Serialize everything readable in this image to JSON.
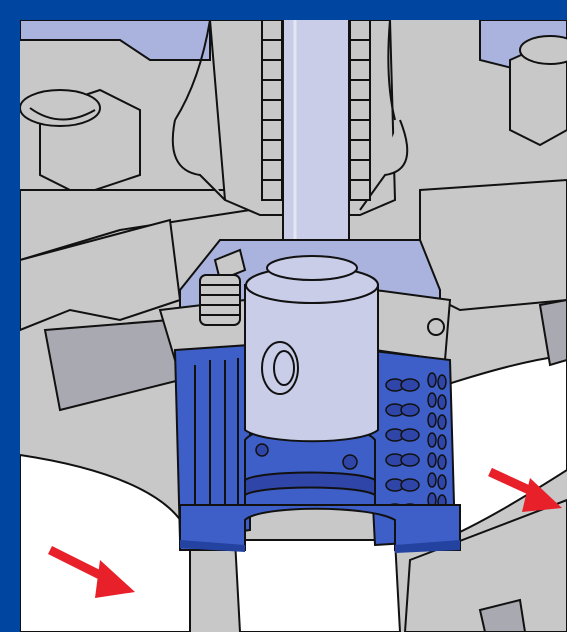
{
  "figure": {
    "kind": "valve-trim-cutaway-illustration",
    "colors": {
      "frame": "#0046a0",
      "body_fill": "#c8c8c8",
      "body_shadow": "#a9a9b1",
      "stem_fill": "#c9cde8",
      "interior_fill": "#aab3dd",
      "cage_fill": "#3f5fc8",
      "cage_dark": "#2f46a8",
      "seat_ring": "#2442a0",
      "arrow": "#e8202a",
      "outline": "#111111",
      "flow_passage": "#ffffff"
    },
    "flow_arrows": [
      {
        "name": "inlet-flow-arrow",
        "direction": "down-right"
      },
      {
        "name": "outlet-flow-arrow",
        "direction": "down-right"
      }
    ]
  }
}
